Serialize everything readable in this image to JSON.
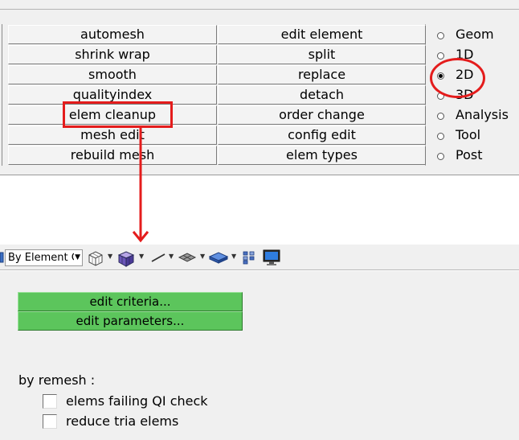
{
  "mesh_panel": {
    "column1": [
      "automesh",
      "shrink wrap",
      "smooth",
      "qualityindex",
      "elem cleanup",
      "mesh edit",
      "rebuild mesh"
    ],
    "column2": [
      "edit element",
      "split",
      "replace",
      "detach",
      "order change",
      "config edit",
      "elem types"
    ]
  },
  "page_radios": {
    "options": [
      "Geom",
      "1D",
      "2D",
      "3D",
      "Analysis",
      "Tool",
      "Post"
    ],
    "selected": "2D"
  },
  "toolbar": {
    "element_color_mode": "By Element C",
    "icons": [
      "element-mode-icon",
      "wireframe-cube-icon",
      "shaded-cube-icon",
      "line-style-icon",
      "plane-mesh-icon",
      "shaded-plane-icon",
      "node-grid-icon",
      "monitor-icon"
    ]
  },
  "cleanup_panel": {
    "edit_criteria_label": "edit criteria...",
    "edit_parameters_label": "edit parameters...",
    "by_remesh_label": "by remesh :",
    "options": [
      {
        "label": "elems failing QI check",
        "checked": false
      },
      {
        "label": "reduce tria elems",
        "checked": false
      }
    ]
  },
  "colors": {
    "annotation_red": "#e41c1c",
    "green_button": "#5cc55c",
    "panel_gray": "#f0f0f0"
  }
}
